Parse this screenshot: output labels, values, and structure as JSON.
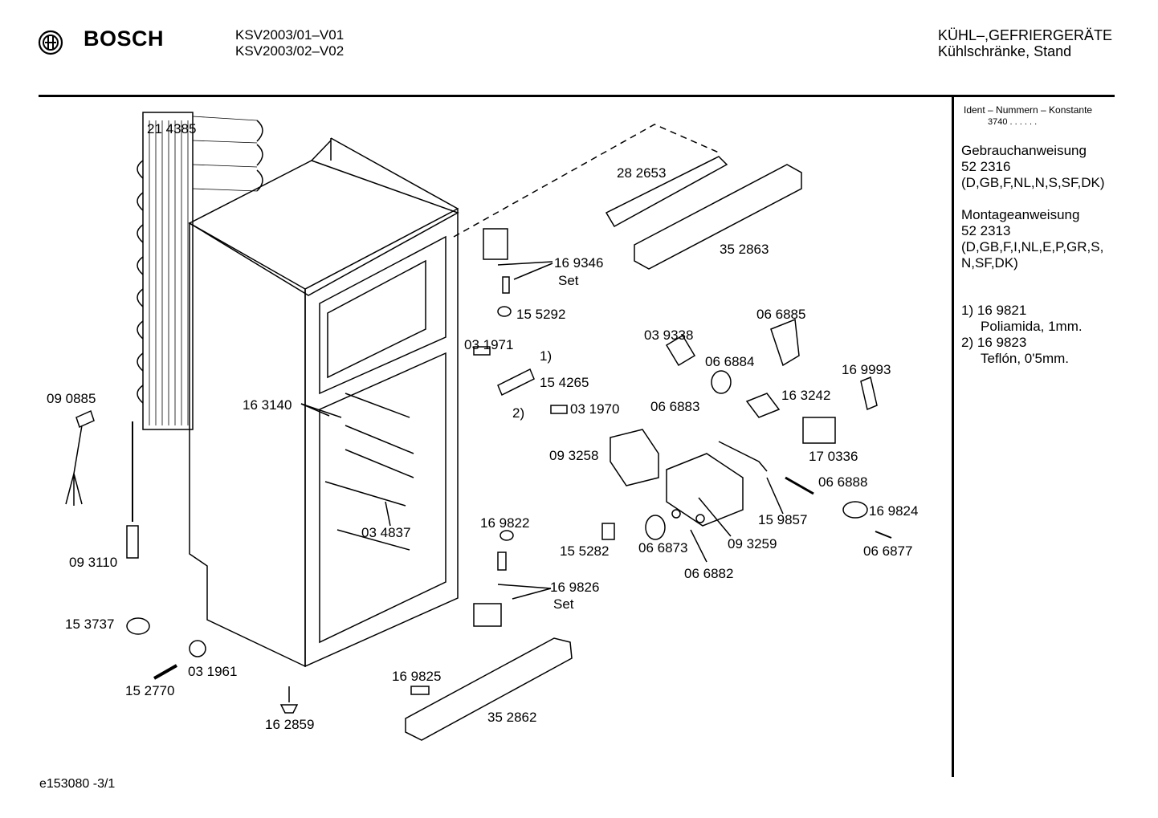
{
  "header": {
    "brand": "BOSCH",
    "models": [
      "KSV2003/01–V01",
      "KSV2003/02–V02"
    ],
    "category": "KÜHL–,GEFRIERGERÄTE",
    "subcategory": "Kühlschränke, Stand"
  },
  "sidebar": {
    "ident_label": "Ident – Nummern – Konstante",
    "ident_value": "3740  .  .  .  .  .  .",
    "manual_title": "Gebrauchanweisung",
    "manual_number": "52 2316",
    "manual_languages": "(D,GB,F,NL,N,S,SF,DK)",
    "assembly_title": "Montageanweisung",
    "assembly_number": "52 2313",
    "assembly_languages_1": "(D,GB,F,I,NL,E,P,GR,S,",
    "assembly_languages_2": "N,SF,DK)",
    "notes": [
      {
        "marker": "1)",
        "number": "16 9821",
        "description": "Poliamida, 1mm."
      },
      {
        "marker": "2)",
        "number": "16 9823",
        "description": "Teflón, 0'5mm."
      }
    ]
  },
  "parts": {
    "p214385": "21 4385",
    "p090885": "09 0885",
    "p093110": "09 3110",
    "p153737": "15 3737",
    "p152770": "15 2770",
    "p031961": "03 1961",
    "p162859": "16 2859",
    "p163140": "16 3140",
    "p034837": "03 4837",
    "p282653": "28 2653",
    "p352863": "35 2863",
    "p169346": "16 9346",
    "set1": "Set",
    "p155292": "15 5292",
    "p031971": "03 1971",
    "note1": "1)",
    "p154265": "15 4265",
    "note2": "2)",
    "p031970": "03 1970",
    "p039338": "03 9338",
    "p066885": "06 6885",
    "p066884": "06 6884",
    "p169993": "16 9993",
    "p163242": "16 3242",
    "p066883": "06 6883",
    "p093258": "09 3258",
    "p170336": "17 0336",
    "p066888": "06 6888",
    "p159857": "15 9857",
    "p169824": "16 9824",
    "p169822": "16 9822",
    "p155282": "15 5282",
    "p066873": "06 6873",
    "p093259": "09 3259",
    "p066882": "06 6882",
    "p066877": "06 6877",
    "p169826": "16 9826",
    "set2": "Set",
    "p169825": "16 9825",
    "p352862": "35 2862"
  },
  "footer": {
    "code": "e153080   -3/1"
  }
}
